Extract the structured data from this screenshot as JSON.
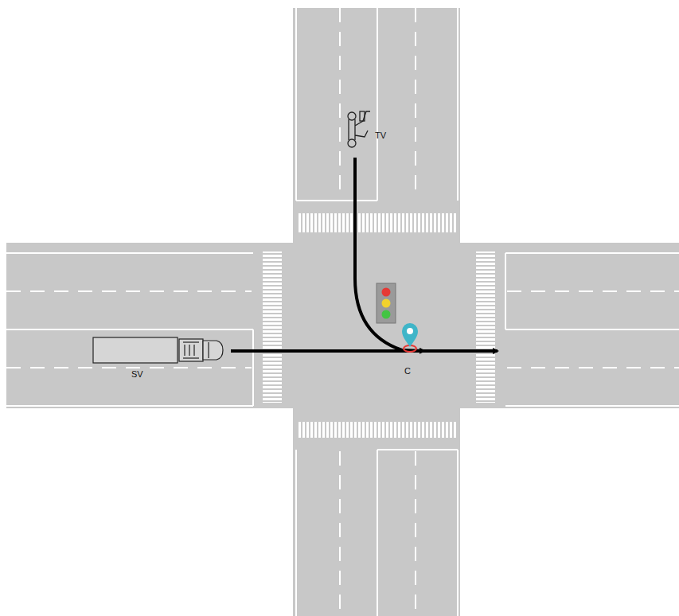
{
  "diagram": {
    "labels": [
      "TV",
      "SV",
      "C"
    ]
  }
}
